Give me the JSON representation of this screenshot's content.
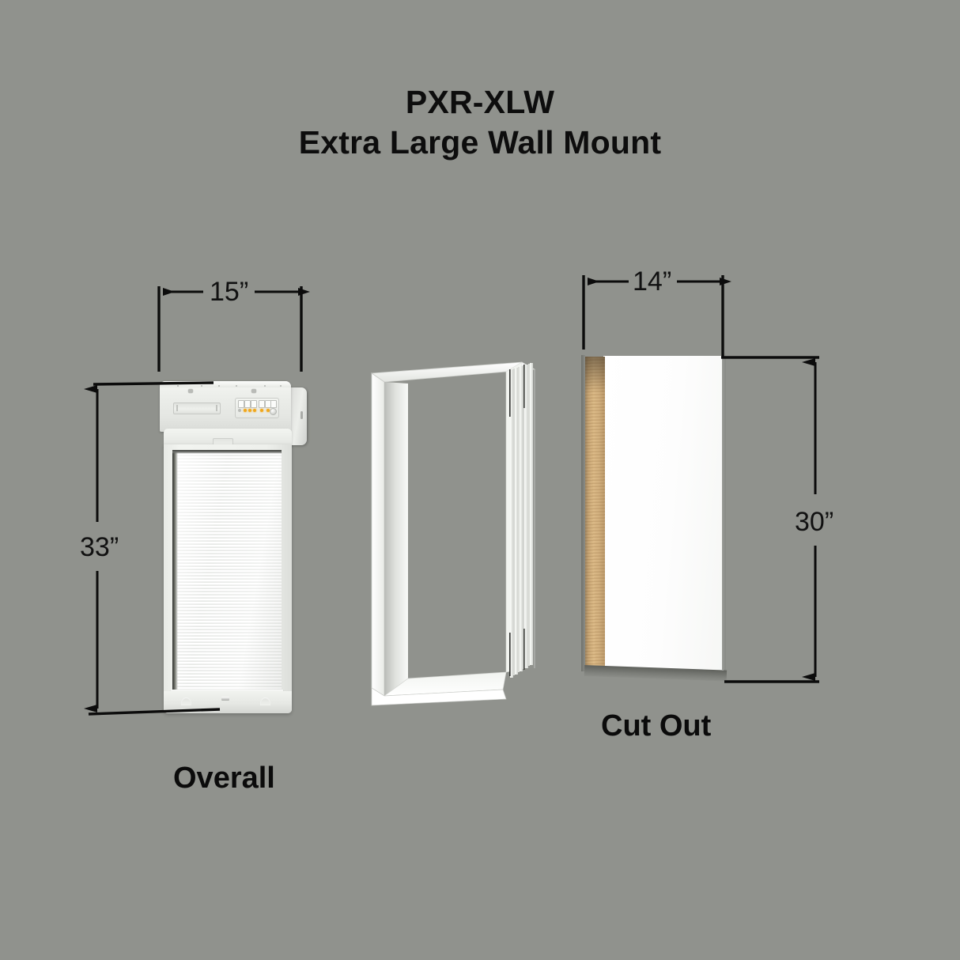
{
  "background_color": "#90928D",
  "title": {
    "line1": "PXR-XLW",
    "line2": "Extra Large Wall Mount"
  },
  "captions": {
    "overall": "Overall",
    "cut_out": "Cut Out"
  },
  "dimensions": {
    "overall_width": "15”",
    "overall_height": "33”",
    "cutout_width": "14”",
    "cutout_height": "30”"
  },
  "diagram": {
    "type": "product-dimension-diagram",
    "unit": "inches",
    "views": [
      {
        "name": "overall",
        "caption": "Overall",
        "width": "15”",
        "height": "33”",
        "description": "assembled extra large wall mount pet door with control panel and pleated flap"
      },
      {
        "name": "tunnel-frame",
        "caption": "",
        "description": "telescoping white wall tunnel sleeve shown in perspective"
      },
      {
        "name": "cut-out",
        "caption": "Cut Out",
        "width": "14”",
        "height": "30”",
        "description": "rough wall opening with exposed wood stud edge"
      }
    ]
  },
  "colors": {
    "background": "#90928D",
    "line": "#0C0C0C",
    "text": "#0D0D0D",
    "product_white": "#EFF1ED",
    "led_amber": "#F0A81E",
    "wood": "#D5B483"
  }
}
